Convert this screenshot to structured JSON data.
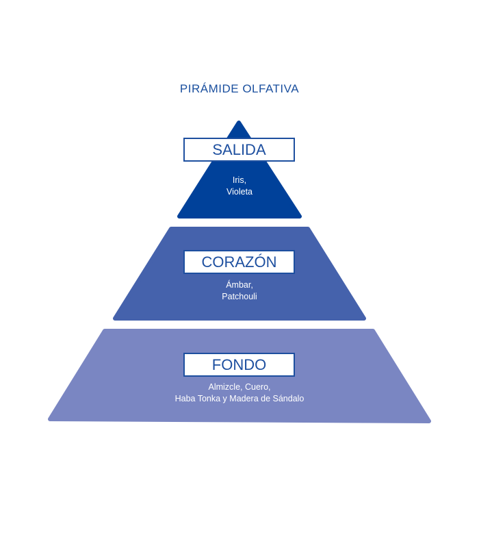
{
  "title": "PIRÁMIDE OLFATIVA",
  "colors": {
    "top": "#00419a",
    "middle": "#4562ac",
    "bottom": "#7a86c2",
    "text": "#1d4f9f"
  },
  "levels": [
    {
      "label": "SALIDA",
      "notes": [
        "Iris,",
        "Violeta"
      ]
    },
    {
      "label": "CORAZÓN",
      "notes": [
        "Ámbar,",
        "Patchouli"
      ]
    },
    {
      "label": "FONDO",
      "notes": [
        "Almizcle, Cuero,",
        "Haba Tonka y Madera de Sándalo"
      ]
    }
  ]
}
